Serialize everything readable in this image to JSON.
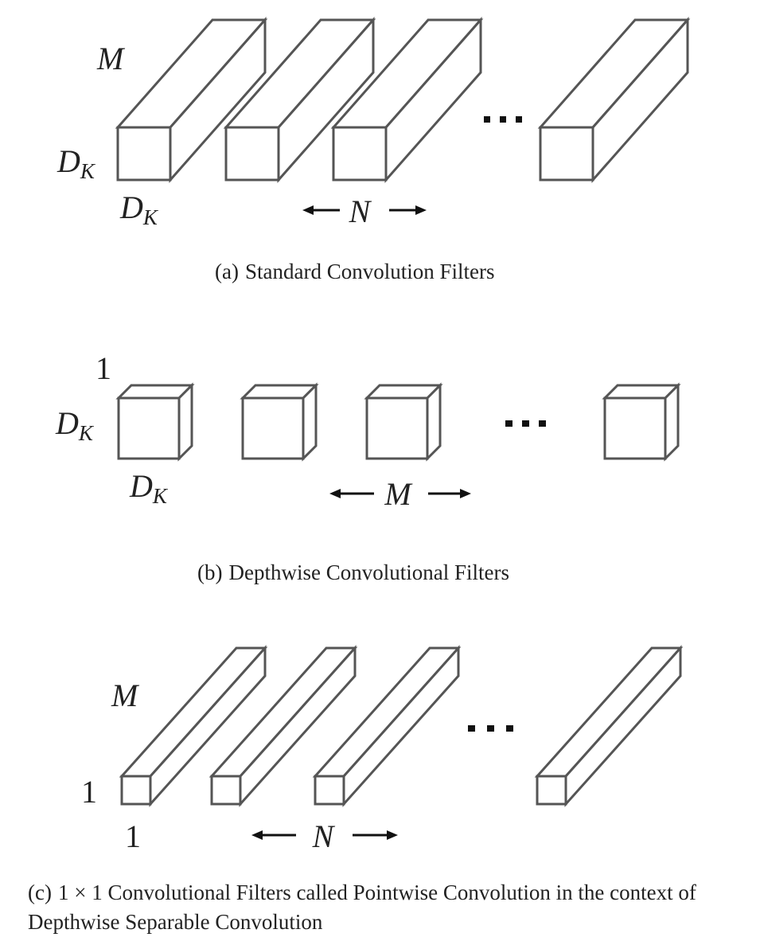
{
  "panels": [
    {
      "id": "standard",
      "caption_label": "(a)",
      "caption_text": "Standard Convolution Filters",
      "depth_label": "M",
      "height_label": "D",
      "height_label_sub": "K",
      "width_label": "D",
      "width_label_sub": "K",
      "count_label": "N",
      "ellipsis": "..."
    },
    {
      "id": "depthwise",
      "caption_label": "(b)",
      "caption_text": "Depthwise Convolutional Filters",
      "depth_label": "1",
      "height_label": "D",
      "height_label_sub": "K",
      "width_label": "D",
      "width_label_sub": "K",
      "count_label": "M",
      "ellipsis": "..."
    },
    {
      "id": "pointwise",
      "caption_label": "(c)",
      "caption_text": "1 × 1 Convolutional Filters called Pointwise Convolution in the context of Depthwise Separable Convolution",
      "depth_label": "M",
      "height_label": "1",
      "width_label": "1",
      "count_label": "N",
      "ellipsis": "..."
    }
  ]
}
